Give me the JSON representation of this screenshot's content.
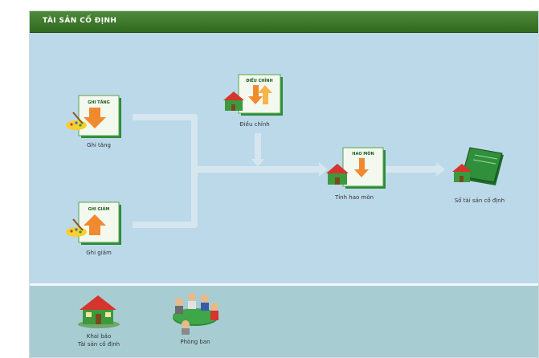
{
  "window": {
    "title": "TÀI SẢN CỐ ĐỊNH"
  },
  "flow": {
    "items": [
      {
        "id": "ghi_tang",
        "label": "Ghi tăng",
        "doc_title": "GHI TĂNG",
        "icon": "document-increase-icon"
      },
      {
        "id": "ghi_giam",
        "label": "Ghi giảm",
        "doc_title": "GHI GIẢM",
        "icon": "document-decrease-icon"
      },
      {
        "id": "dieu_chinh",
        "label": "Điều chỉnh",
        "doc_title": "ĐIỀU CHỈNH",
        "icon": "document-adjust-icon"
      },
      {
        "id": "tinh_hao_mon",
        "label": "Tính hao mòn",
        "doc_title": "HAO MÒN",
        "icon": "document-depreciation-icon"
      },
      {
        "id": "so_tai_san",
        "label": "Sổ tài sản cố định",
        "icon": "ledger-book-icon"
      }
    ]
  },
  "shortcuts": {
    "items": [
      {
        "id": "khai_bao",
        "label_line1": "Khai báo",
        "label_line2": "Tài sản cố định",
        "icon": "house-icon"
      },
      {
        "id": "phong_ban",
        "label": "Phòng ban",
        "icon": "meeting-icon"
      }
    ]
  },
  "colors": {
    "header": "#3b7a2c",
    "main_bg": "#bcd9ea",
    "bottom_bg": "#a7cdd3",
    "arrow": "#d5e6ef"
  }
}
